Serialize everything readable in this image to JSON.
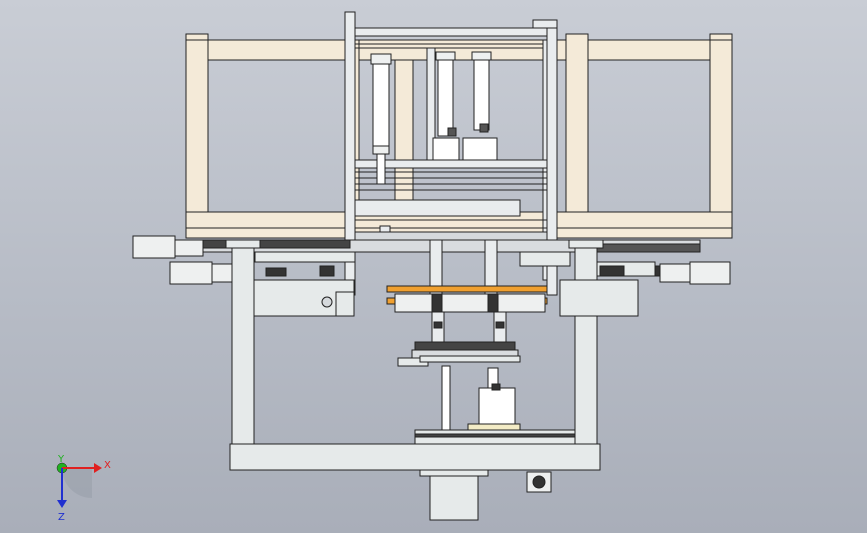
{
  "viewport": {
    "background_top": "#c9cdd5",
    "background_bottom": "#a9aeb9"
  },
  "model": {
    "frame_color": "#f4ead8",
    "machine_frame_color": "#e6eaea",
    "rail_color": "#d9dcdf",
    "cylinder_color": "#ffffff",
    "motor_color": "#eef0f0",
    "orange_rod_color": "#f0a030",
    "pad_color": "#f3ecc6",
    "outline_color": "#222222"
  },
  "triad": {
    "x_label": "X",
    "y_label": "Y",
    "z_label": "Z",
    "x_color": "#e02020",
    "y_color": "#20b020",
    "z_color": "#2030d0"
  }
}
